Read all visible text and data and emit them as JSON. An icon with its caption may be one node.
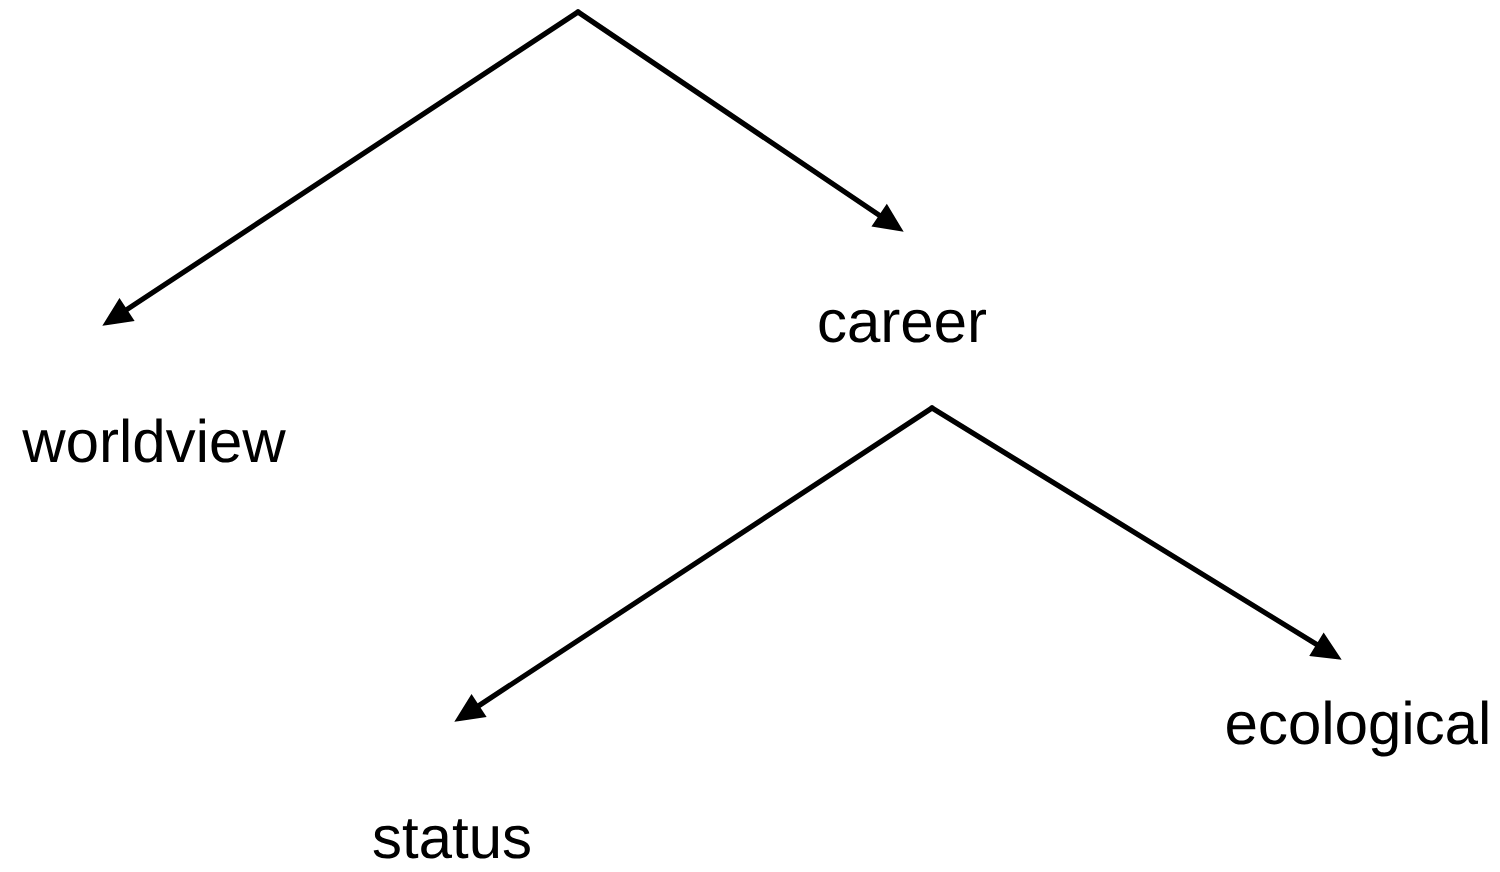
{
  "diagram": {
    "nodes": [
      {
        "text": [
          "worldview"
        ]
      },
      {
        "text": [
          "career"
        ]
      },
      {
        "text": [
          "status"
        ]
      },
      {
        "text": [
          "ecological"
        ]
      }
    ],
    "edges": [
      {
        "from": null,
        "to": 0,
        "arrow": "to"
      },
      {
        "from": null,
        "to": 1,
        "arrow": "to"
      },
      {
        "from": 1,
        "to": 2,
        "arrow": "to"
      },
      {
        "from": 1,
        "to": 3,
        "arrow": "to"
      }
    ]
  }
}
